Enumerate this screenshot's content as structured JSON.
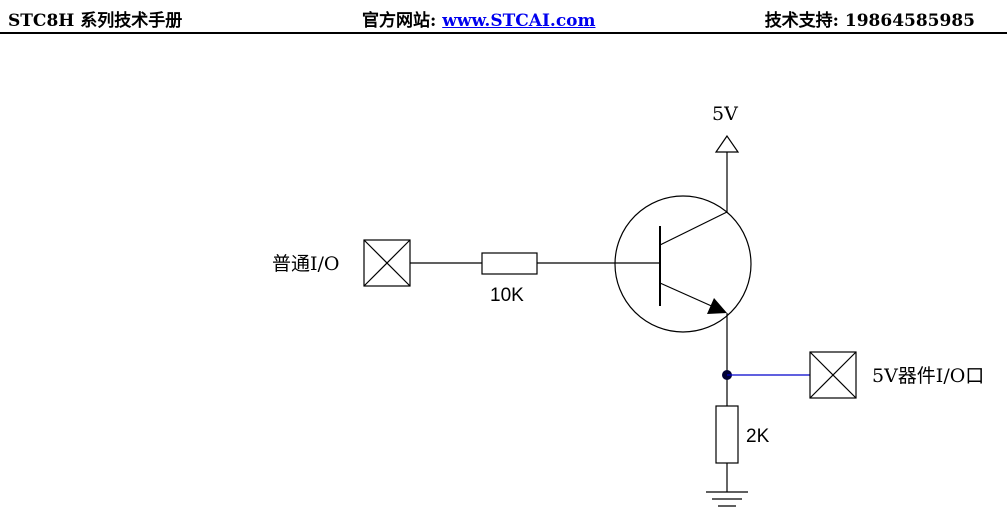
{
  "header": {
    "manual_title": "STC8H 系列技术手册",
    "website_label": "官方网站: ",
    "website_url": "www.STCAI.com",
    "support_label": "技术支持: 19864585985"
  },
  "circuit": {
    "supply_label": "5V",
    "input_label": "普通I/O",
    "base_resistor_label": "10K",
    "output_label": "5V器件I/O口",
    "pulldown_resistor_label": "2K",
    "wire_color": "#000000",
    "output_wire_color": "#0000cc",
    "node_color": "#000033"
  }
}
